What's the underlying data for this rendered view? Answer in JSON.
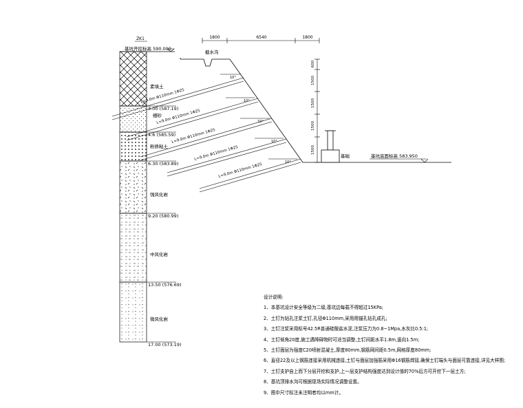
{
  "borehole": {
    "id": "ZK1",
    "top_mark": "基坑开挖标高 590.000",
    "layers": [
      {
        "name": "素填土",
        "bottom": "3.00 (587.19)"
      },
      {
        "name": "细砂",
        "bottom": "4.6 (585.59)"
      },
      {
        "name": "粉质粘土",
        "bottom": "6.30 (583.89)"
      },
      {
        "name": "强风化岩",
        "bottom": "9.20 (580.99)"
      },
      {
        "name": "中风化岩",
        "bottom": "13.50 (576.69)"
      },
      {
        "name": "微风化岩",
        "bottom": "17.00 (573.19)"
      }
    ]
  },
  "top_dims": [
    "1800",
    "6540",
    "1800"
  ],
  "drain_label": "截水沟",
  "foundation_label": "基础",
  "pit_bottom_mark": "基坑底面标高 583.950",
  "nails": [
    "L=9.0m Φ110mm 1Φ25",
    "L=9.0m Φ110mm 1Φ25",
    "L=9.0m Φ110mm 1Φ25",
    "L=9.0m Φ110mm 1Φ25",
    "L=9.0m Φ110mm 1Φ25"
  ],
  "nail_angles": [
    "10°",
    "10°",
    "10°",
    "10°",
    "10°"
  ],
  "right_dims": [
    "600",
    "1500",
    "1500",
    "1500",
    "1500"
  ],
  "notes": {
    "title": "设计说明:",
    "items": [
      "1、本基坑设计安全等级为二级,基坑边每载不得超过15KPa;",
      "2、土钉为钻孔注浆土钉,孔径Φ110mm,采用用锚孔钻孔成孔;",
      "3、土钉注浆采用标号42.5R普通硅酸盐水泥,注浆压力为0.8~1Mpa,水灰比0.5:1;",
      "4、土钉倾角20度,施工遇障碍物时可适当调整,土钉间距水平1.8m,竖向1.5m;",
      "5、土钉面层为强度C20喷射混凝土,厚度80mm,钢筋网间距0.5m,网格厚度80mm;",
      "6、直径22及以上钢筋连接采用机械连接,土钉与面层加强筋采用Φ16钢筋焊接,确保土钉端头与面层可靠连接,详见大样图;",
      "7、土钉支护自上而下分层开挖和支护,上一层支护结构强度达到设计值的70%后方可开挖下一层土方;",
      "8、基坑顶排水沟可根据现场实际情况调整设置。",
      "9、图中尺寸标注未注明者均以mm计。"
    ]
  }
}
